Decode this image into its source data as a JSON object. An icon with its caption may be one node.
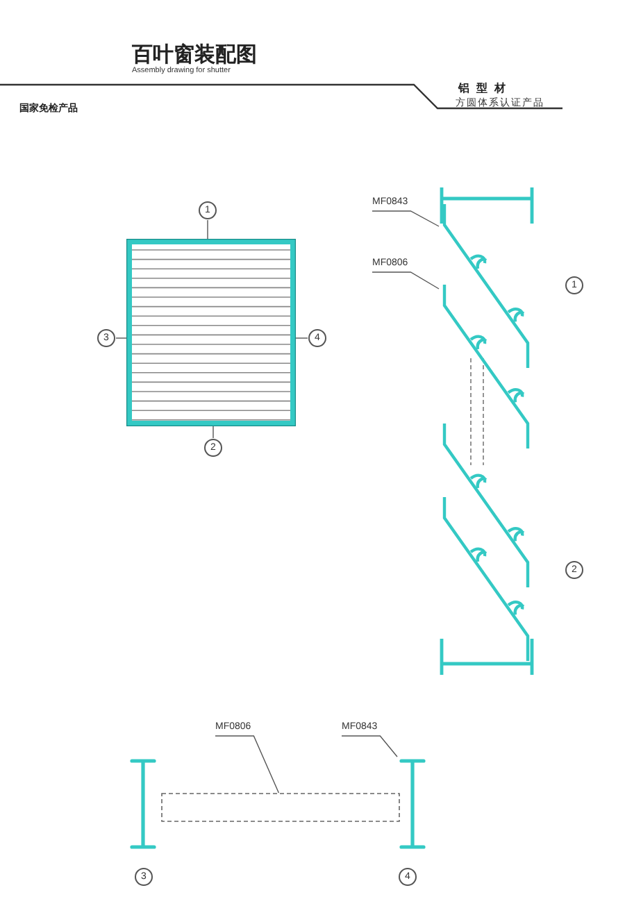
{
  "diagram": {
    "title": "百叶窗装配图",
    "nodes": [
      {
        "text": [
          "1"
        ]
      },
      {
        "text": [
          "3"
        ]
      },
      {
        "text": [
          "4"
        ]
      },
      {
        "text": [
          "2"
        ]
      },
      {
        "text": [],
        "shape": "picture"
      },
      {
        "text": [
          "MF0843"
        ]
      },
      {
        "text": [
          "MF0806"
        ]
      },
      {
        "text": [],
        "shape": "picture"
      },
      {
        "text": [],
        "shape": "picture"
      },
      {
        "text": [
          "MF0806"
        ]
      },
      {
        "text": [
          "MF0843"
        ]
      },
      {
        "text": [],
        "shape": "box"
      },
      {
        "text": [],
        "shape": "picture"
      },
      {
        "text": [
          "1"
        ]
      },
      {
        "text": [
          "2"
        ]
      },
      {
        "text": [
          "3"
        ]
      },
      {
        "text": [
          "4"
        ]
      }
    ],
    "edges": [
      {
        "from": 0,
        "to": 4,
        "arrow": "none"
      },
      {
        "from": 1,
        "to": 4,
        "arrow": "none"
      },
      {
        "from": 2,
        "to": 4,
        "arrow": "none"
      },
      {
        "from": 3,
        "to": 4,
        "arrow": "none"
      },
      {
        "from": 5,
        "to": 7,
        "arrow": "none"
      },
      {
        "from": 6,
        "to": 8,
        "arrow": "none"
      },
      {
        "from": 9,
        "to": 11,
        "arrow": "none"
      },
      {
        "from": 10,
        "to": 12,
        "arrow": "none"
      }
    ],
    "labels": [
      "国家免检产品",
      "Assembly drawing for shutter",
      "铝型材",
      "方圆体系认证产品"
    ]
  }
}
